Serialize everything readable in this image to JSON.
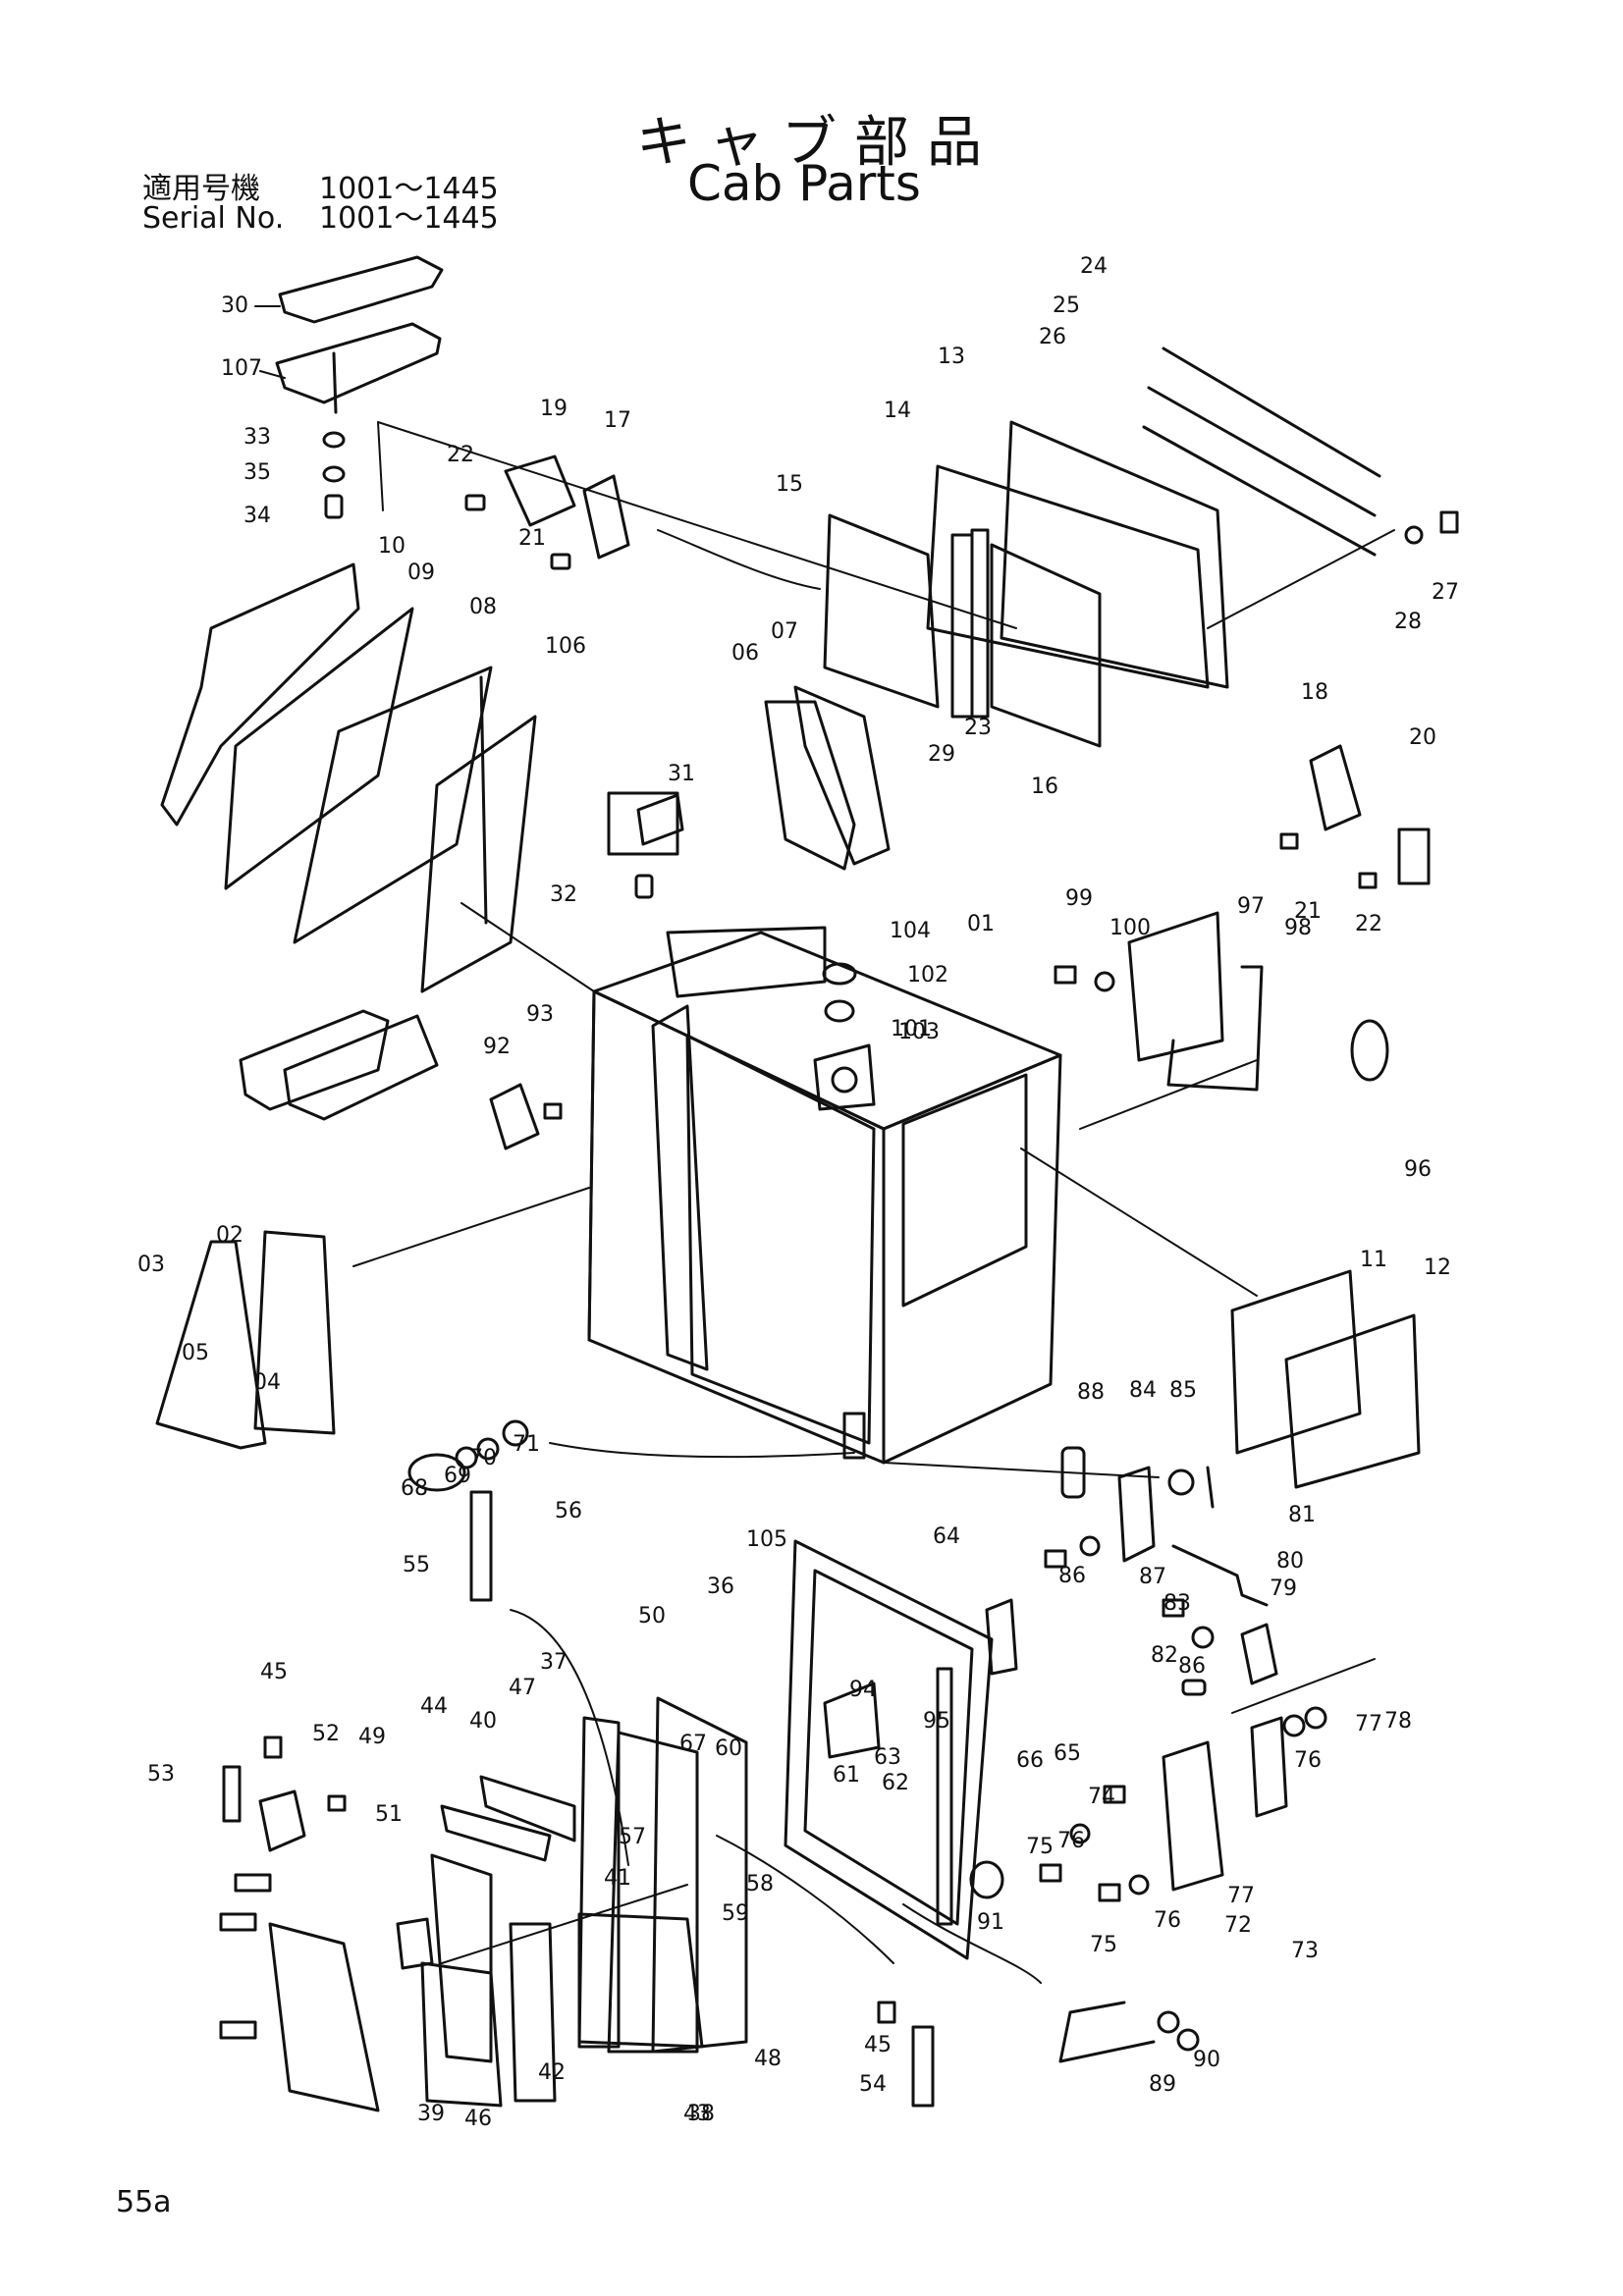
{
  "header": {
    "title_jp": "キャブ部品",
    "title_en": "Cab Parts",
    "serial_label_jp": "適用号機",
    "serial_range_jp": "1001〜1445",
    "serial_label_en": "Serial No.",
    "serial_range_en": "1001〜1445"
  },
  "footer": {
    "page_number": "55a"
  },
  "callouts": [
    "01",
    "02",
    "03",
    "04",
    "05",
    "06",
    "07",
    "08",
    "09",
    "10",
    "11",
    "12",
    "13",
    "14",
    "15",
    "16",
    "17",
    "18",
    "19",
    "20",
    "21",
    "21",
    "22",
    "22",
    "23",
    "24",
    "25",
    "26",
    "27",
    "28",
    "29",
    "30",
    "31",
    "32",
    "33",
    "34",
    "35",
    "36",
    "37",
    "38",
    "39",
    "40",
    "41",
    "42",
    "43",
    "44",
    "45",
    "45",
    "46",
    "47",
    "48",
    "49",
    "50",
    "51",
    "52",
    "53",
    "54",
    "55",
    "56",
    "57",
    "58",
    "59",
    "60",
    "61",
    "62",
    "63",
    "64",
    "65",
    "66",
    "67",
    "68",
    "69",
    "70",
    "71",
    "72",
    "73",
    "74",
    "75",
    "75",
    "76",
    "76",
    "76",
    "77",
    "77",
    "78",
    "79",
    "80",
    "81",
    "82",
    "83",
    "84",
    "85",
    "86",
    "86",
    "87",
    "88",
    "89",
    "90",
    "91",
    "92",
    "93",
    "94",
    "95",
    "96",
    "97",
    "98",
    "99",
    "100",
    "101",
    "102",
    "103",
    "104",
    "105",
    "106",
    "107"
  ]
}
